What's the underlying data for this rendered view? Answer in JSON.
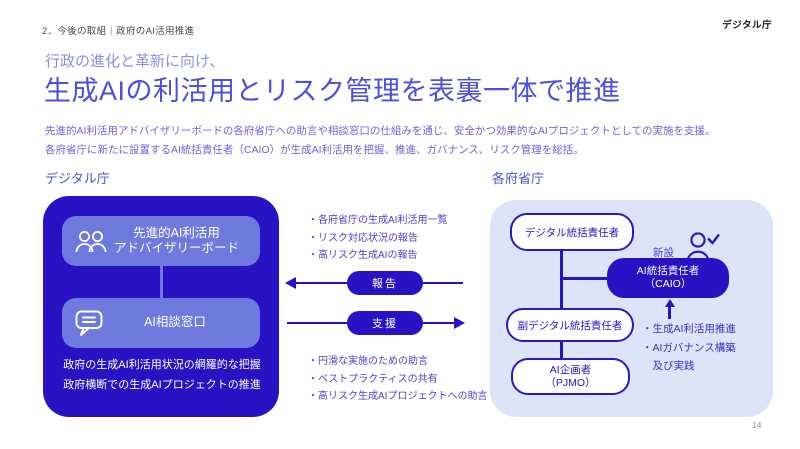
{
  "header": {
    "breadcrumb": "2．今後の取組｜政府のAI活用推進",
    "logo": "デジタル庁"
  },
  "title": {
    "line1": "行政の進化と革新に向け、",
    "line2": "生成AIの利活用とリスク管理を表裏一体で推進"
  },
  "subtitle": {
    "line1": "先進的AI利活用アドバイザリーボードの各府省庁への助言や相談窓口の仕組みを通じ、安全かつ効果的なAIプロジェクトとしての実施を支援。",
    "line2": "各府省庁に新たに設置するAI統括責任者（CAIO）が生成AI利活用を把握、推進、ガバナンス、リスク管理を総括。"
  },
  "left_panel": {
    "label": "デジタル庁",
    "advisory_board": {
      "line1": "先進的AI利活用",
      "line2": "アドバイザリーボード",
      "icon": "people-icon"
    },
    "consultation": {
      "label": "AI相談窓口",
      "icon": "speech-bubble-icon"
    },
    "notes": [
      "政府の生成AI利活用状況の網羅的な把握",
      "政府横断での生成AIプロジェクトの推進"
    ]
  },
  "flow": {
    "report": {
      "label": "報告",
      "direction": "left",
      "items": [
        "・各府省庁の生成AI利活用一覧",
        "・リスク対応状況の報告",
        "・高リスク生成AIの報告"
      ]
    },
    "support": {
      "label": "支援",
      "direction": "right",
      "items": [
        "・円滑な実施のための助言",
        "・ベストプラクティスの共有",
        "・高リスク生成AIプロジェクトへの助言"
      ]
    }
  },
  "right_panel": {
    "label": "各府省庁",
    "cdo_label": "デジタル統括責任者",
    "new_label": "新設",
    "new_icon": "person-check-icon",
    "caio": {
      "line1": "AI統括責任者",
      "line2": "（CAIO）"
    },
    "deputy_label": "副デジタル統括責任者",
    "planner": {
      "line1": "AI企画者",
      "line2": "（PJMO）"
    },
    "caio_roles": [
      "・生成AI利活用推進",
      "・AIガバナンス構築",
      "　及び実践"
    ]
  },
  "footer": {
    "page_number": "14"
  },
  "colors": {
    "primary_deep_blue": "#2912c4",
    "inner_periwinkle": "#6e7ade",
    "panel_light_blue": "#dce4f8",
    "title_blue": "#4c50dc",
    "title_light_blue": "#8b8fe0",
    "body_purple_blue": "#6f63da",
    "bullet_blue": "#4c40d2"
  }
}
